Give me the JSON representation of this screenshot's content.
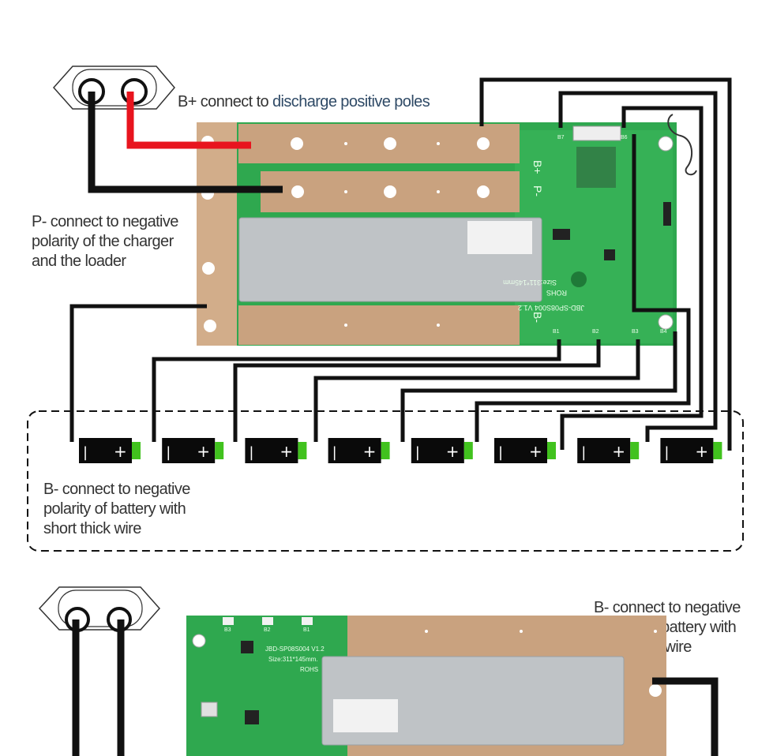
{
  "labels": {
    "b_plus_prefix": "B+ connect to ",
    "b_plus_highlight": "discharge positive poles",
    "p_minus": [
      "P- connect to negative",
      "polarity of the charger",
      "and the loader"
    ],
    "b_minus": [
      "B- connect to negative",
      "polarity of battery with",
      "short thick wire"
    ],
    "b_minus_bottom": [
      "B- connect to negative",
      "polarity of battery with",
      "short thick wire"
    ]
  },
  "board_top": {
    "pad_labels": [
      "B+",
      "P-",
      "B-"
    ],
    "balance_labels": [
      "B7",
      "B6",
      "B1",
      "B2",
      "B3",
      "B4"
    ],
    "silkscreen": [
      "JBD-SP08S004 V1.2",
      "Size:311*145mm",
      "ROHS"
    ]
  },
  "board_bottom": {
    "balance_labels": [
      "B3",
      "B2",
      "B1"
    ],
    "silkscreen": [
      "JBD-SP08S004 V1.2",
      "Size:311*145mm.",
      "ROHS"
    ]
  },
  "batteries": {
    "count": 8,
    "minus_symbol": "|",
    "plus_symbol": "+"
  },
  "colors": {
    "wire": "#111111",
    "positive_wire": "#e8141e",
    "copper": "#c9a27f",
    "pcb": "#2fa84f",
    "heatsink": "#bfc3c6",
    "battery_body": "#0a0a0a",
    "battery_tip": "#41c21e",
    "label_highlight": "#2f4a66"
  }
}
